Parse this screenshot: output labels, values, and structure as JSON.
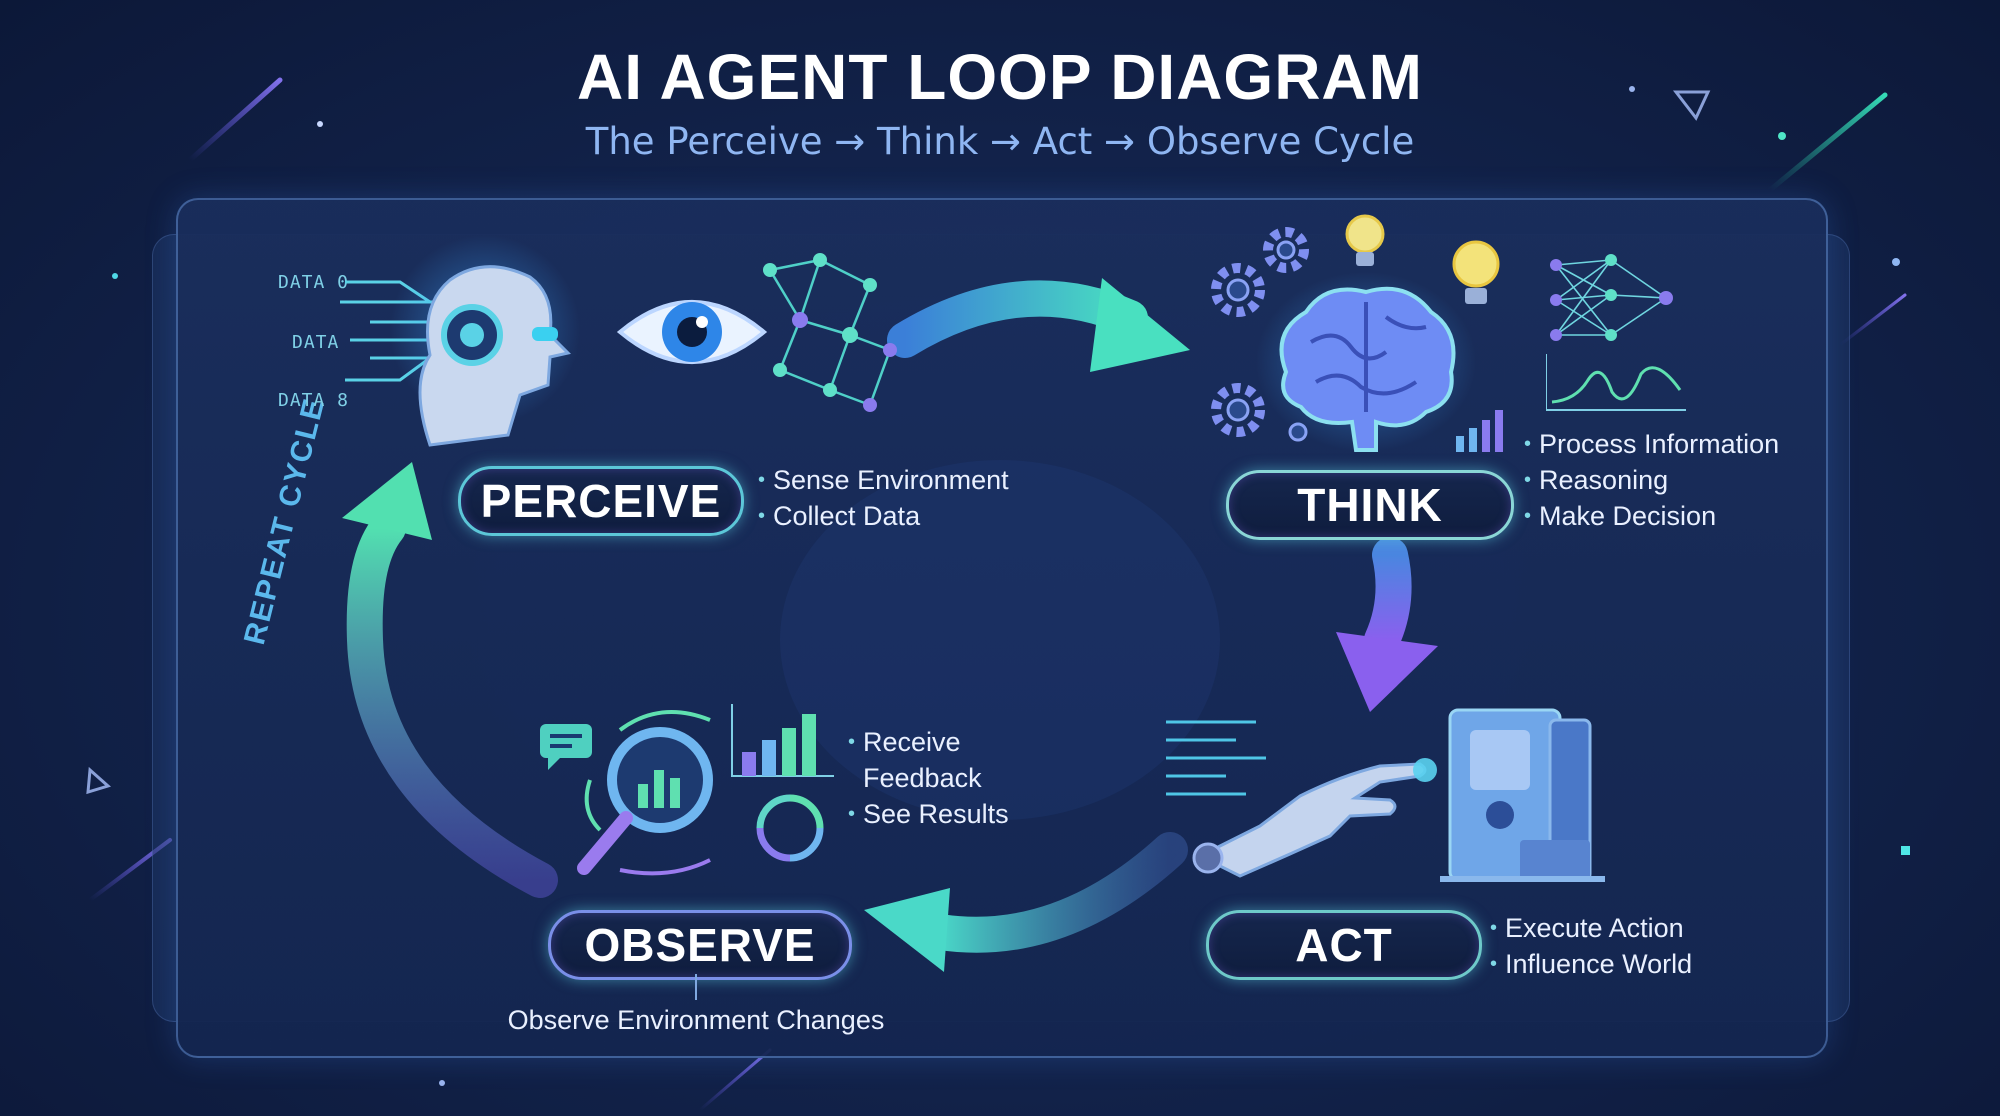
{
  "title": "AI AGENT LOOP DIAGRAM",
  "subtitle": "The Perceive → Think → Act → Observe Cycle",
  "stages": {
    "perceive": {
      "label": "PERCEIVE",
      "bullets": [
        "Sense Environment",
        "Collect Data"
      ]
    },
    "think": {
      "label": "THINK",
      "bullets": [
        "Process Information",
        "Reasoning",
        "Make Decision"
      ]
    },
    "act": {
      "label": "ACT",
      "bullets": [
        "Execute Action",
        "Influence World"
      ]
    },
    "observe": {
      "label": "OBSERVE",
      "bullets": [
        "Receive Feedback",
        "See Results"
      ],
      "caption": "Observe Environment Changes"
    }
  },
  "data_inputs": [
    "DATA 0",
    "DATA",
    "DATA 8"
  ],
  "repeat_label": "REPEAT CYCLE",
  "colors": {
    "accent_cyan": "#58c6d6",
    "accent_purple": "#8a6fe8",
    "accent_green": "#5fe0b0",
    "background": "#13244d"
  },
  "icons": [
    "robot-head-icon",
    "eye-icon",
    "network-icon",
    "brain-icon",
    "gear-icon",
    "lightbulb-icon",
    "neural-net-icon",
    "chart-icon",
    "robot-hand-icon",
    "server-icon",
    "magnifier-icon",
    "chat-icon",
    "refresh-cycle-icon"
  ]
}
